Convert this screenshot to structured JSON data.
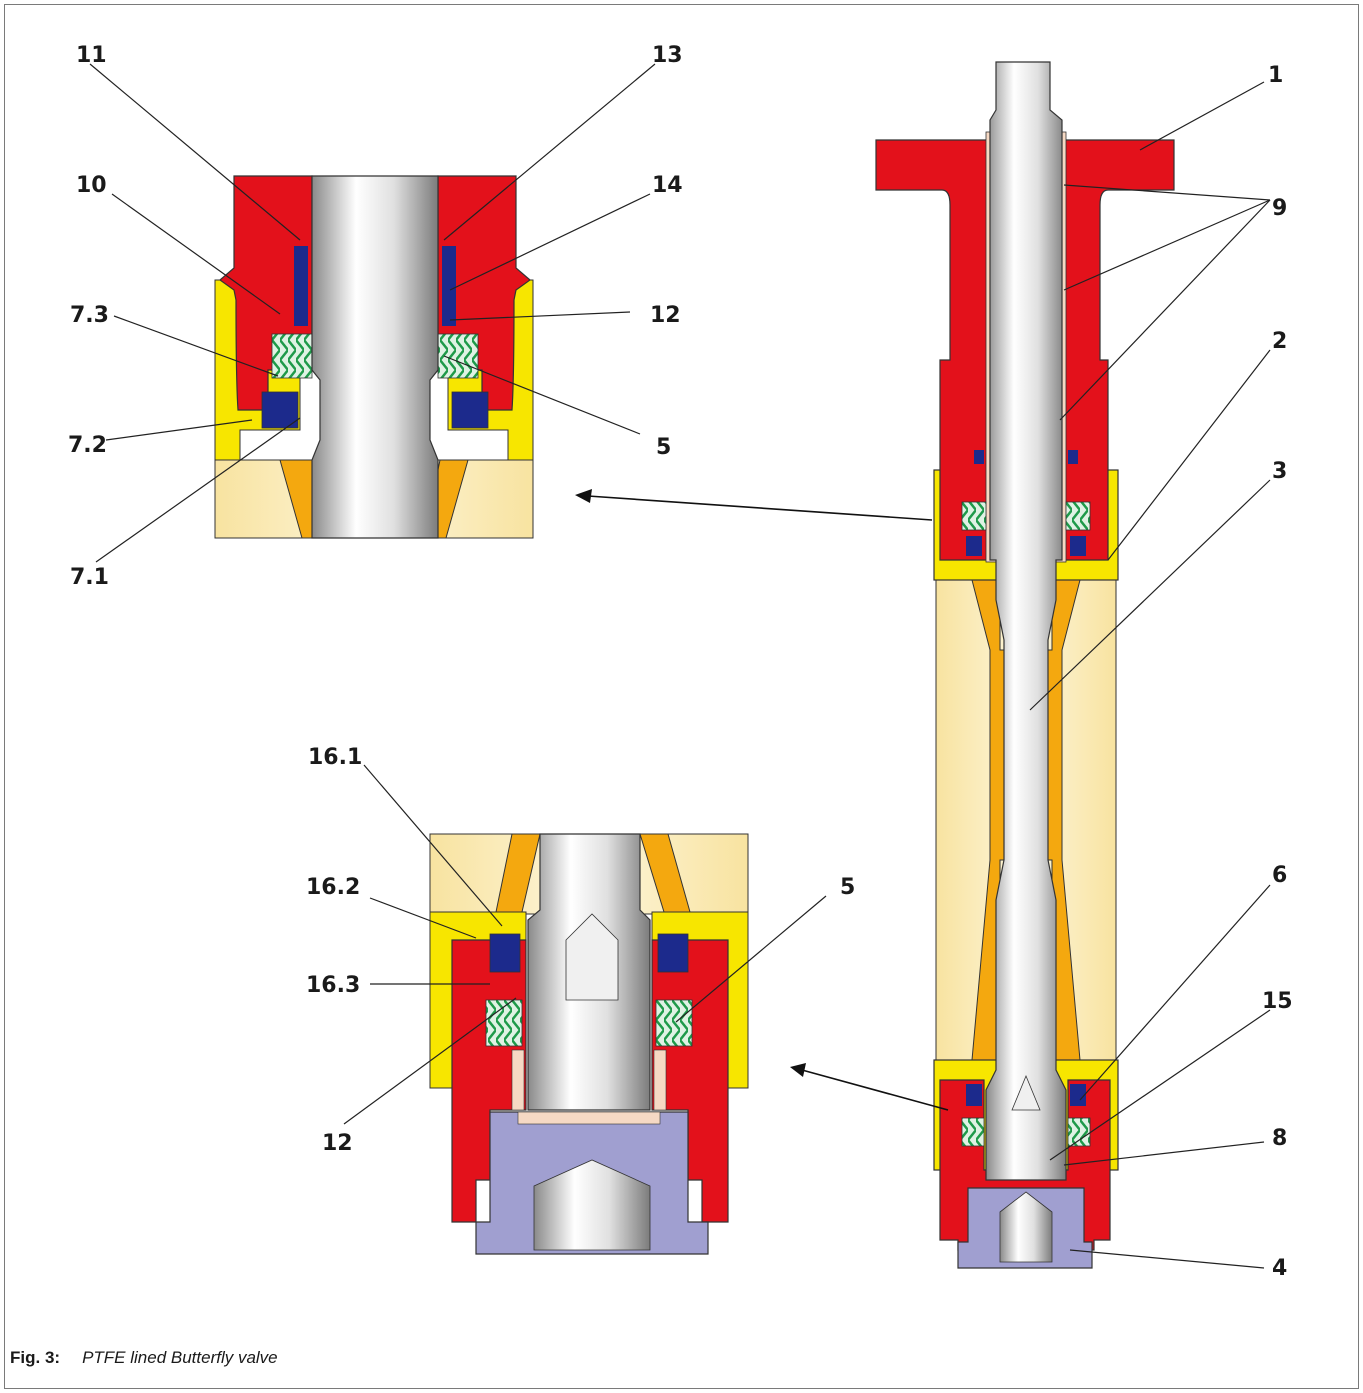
{
  "caption": {
    "number": "Fig. 3:",
    "title": "PTFE lined Butterfly valve"
  },
  "main_view_labels": {
    "l1": "1",
    "l9": "9",
    "l2": "2",
    "l3": "3",
    "l6": "6",
    "l15": "15",
    "l8": "8",
    "l4": "4"
  },
  "upper_detail_labels": {
    "l11": "11",
    "l13": "13",
    "l10": "10",
    "l14": "14",
    "l73": "7.3",
    "l12": "12",
    "l72": "7.2",
    "l5": "5",
    "l71": "7.1"
  },
  "lower_detail_labels": {
    "l161": "16.1",
    "l162": "16.2",
    "l5": "5",
    "l163": "16.3",
    "l12": "12"
  },
  "colors": {
    "housing_red": "#e3111b",
    "body_yellow": "#f7e600",
    "body_pale": "#fbf1c6",
    "liner_orange": "#f4a80f",
    "shaft_grey": "#d8d8d8",
    "spring_green": "#1f9a4a",
    "seal_blue": "#1c2a8c",
    "plug_violet": "#a09fd0",
    "bushing_pink": "#f6d9c4"
  }
}
